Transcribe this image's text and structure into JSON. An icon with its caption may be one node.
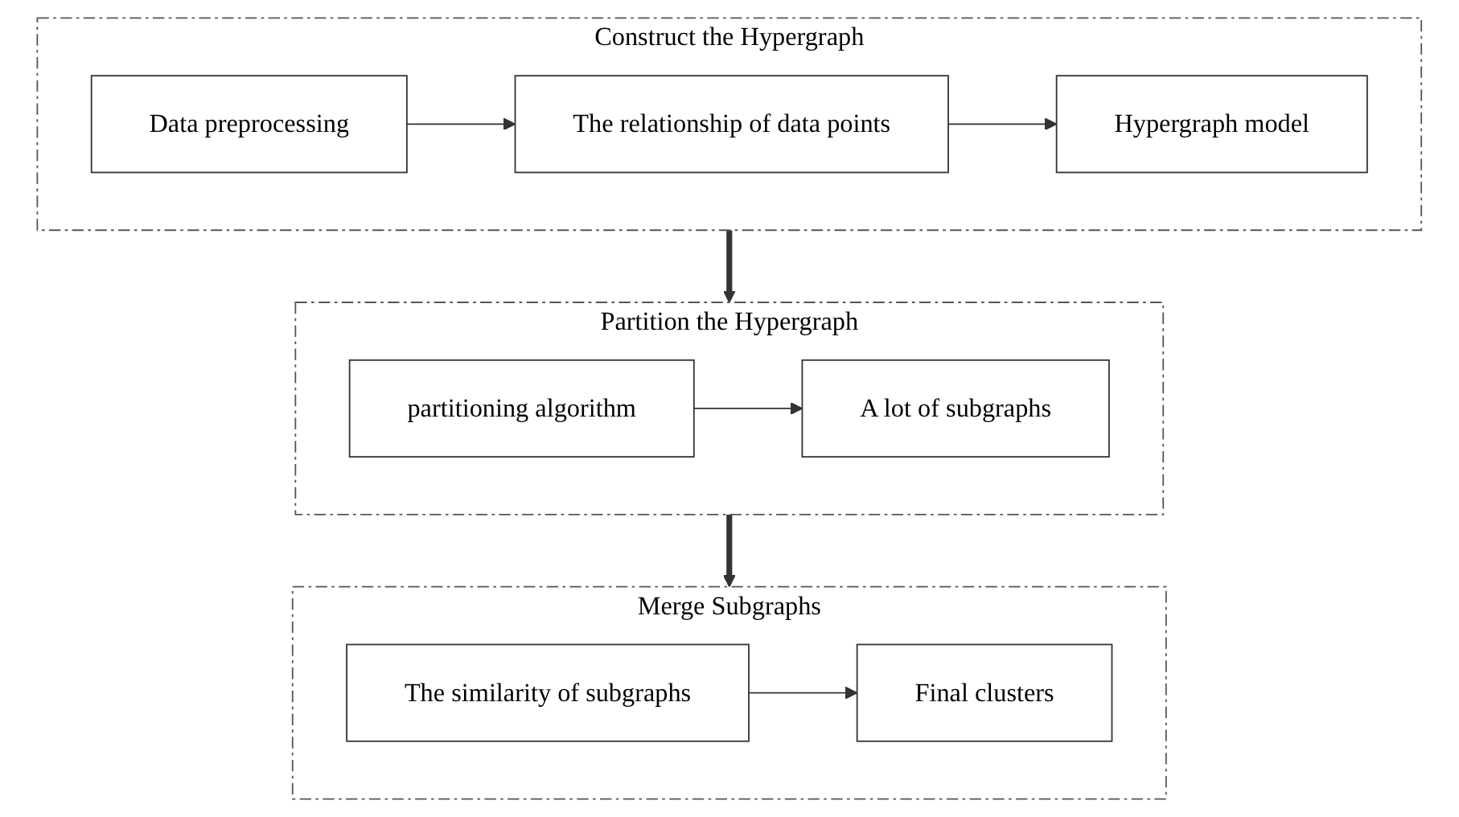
{
  "diagram": {
    "nodes": [
      {
        "text": [
          "Construct the Hypergraph"
        ]
      },
      {
        "text": [
          "Data preprocessing"
        ],
        "in": 0
      },
      {
        "text": [
          "The relationship of data points"
        ],
        "in": 0
      },
      {
        "text": [
          "Hypergraph model"
        ],
        "in": 0
      },
      {
        "text": [
          "Partition the Hypergraph"
        ]
      },
      {
        "text": [
          "partitioning algorithm"
        ],
        "in": 4
      },
      {
        "text": [
          "A lot of subgraphs"
        ],
        "in": 4
      },
      {
        "text": [
          "Merge Subgraphs"
        ]
      },
      {
        "text": [
          "The similarity of subgraphs"
        ],
        "in": 7
      },
      {
        "text": [
          "Final clusters"
        ],
        "in": 7
      }
    ],
    "edges": [
      {
        "from": 1,
        "to": 2,
        "arrow": "to"
      },
      {
        "from": 2,
        "to": 3,
        "arrow": "to"
      },
      {
        "from": 0,
        "to": 4,
        "arrow": "to",
        "style": "thick"
      },
      {
        "from": 5,
        "to": 6,
        "arrow": "to"
      },
      {
        "from": 4,
        "to": 7,
        "arrow": "to",
        "style": "thick"
      },
      {
        "from": 8,
        "to": 9,
        "arrow": "to"
      }
    ]
  }
}
